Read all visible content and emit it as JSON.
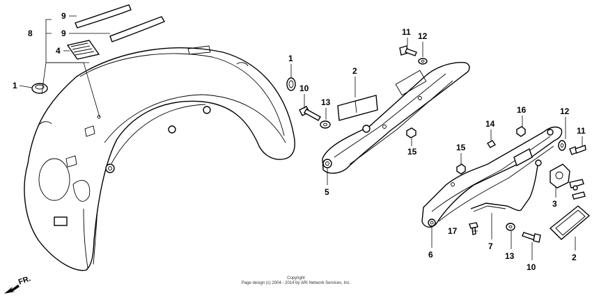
{
  "labels": {
    "l9a": "9",
    "l9b": "9",
    "l8": "8",
    "l4": "4",
    "l1a": "1",
    "l1b": "1",
    "l11a": "11",
    "l11b": "11",
    "l12a": "12",
    "l12b": "12",
    "l10a": "10",
    "l10b": "10",
    "l13a": "13",
    "l13b": "13",
    "l2a": "2",
    "l2b": "2",
    "l15a": "15",
    "l15b": "15",
    "l5": "5",
    "l16": "16",
    "l14": "14",
    "l3": "3",
    "l6": "6",
    "l7": "7",
    "l17": "17"
  },
  "copyright": {
    "line1": "Copyright",
    "line2": "Page design (c) 2004 - 2014 by ARI Network Services, Inc."
  },
  "direction": {
    "label": "FR."
  }
}
